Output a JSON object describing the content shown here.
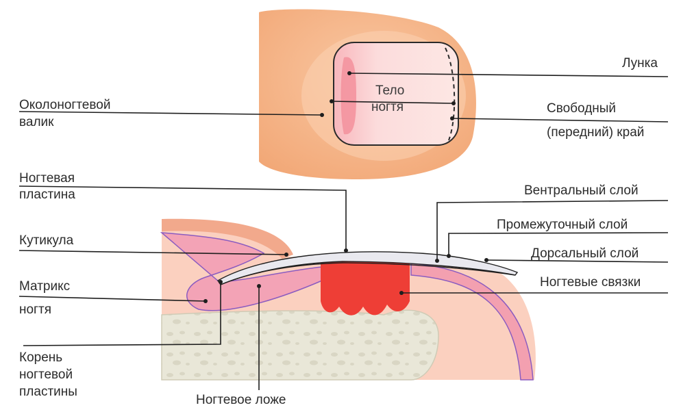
{
  "labels": {
    "lunka": "Лунка",
    "telo_line1": "Тело",
    "telo_line2": "ногтя",
    "okolo_line1": "Околоногтевой",
    "okolo_line2": "валик",
    "svobod_line1": "Свободный",
    "svobod_line2": "(передний) край",
    "plastina_line1": "Ногтевая",
    "plastina_line2": "пластина",
    "ventral": "Вентральный слой",
    "kutikula": "Кутикула",
    "promezh": "Промежуточный слой",
    "dorsal": "Дорсальный слой",
    "matriks_line1": "Матрикс",
    "matriks_line2": "ногтя",
    "svyazki": "Ногтевые связки",
    "koren_line1": "Корень",
    "koren_line2": "ногтевой",
    "koren_line3": "пластины",
    "lozhe": "Ногтевое ложе"
  },
  "colors": {
    "skin": "#f7b98d",
    "skin_dark": "#eea87a",
    "nail_body": "#fbdfe0",
    "lunula": "#f4a2ab",
    "matrix_pink": "#f2a0b4",
    "matrix_edge": "#8b5cc0",
    "ligament_red": "#ef3b34",
    "bone": "#e8e8d8",
    "tissue": "#fbd3c3",
    "line": "#1e1e1e"
  }
}
